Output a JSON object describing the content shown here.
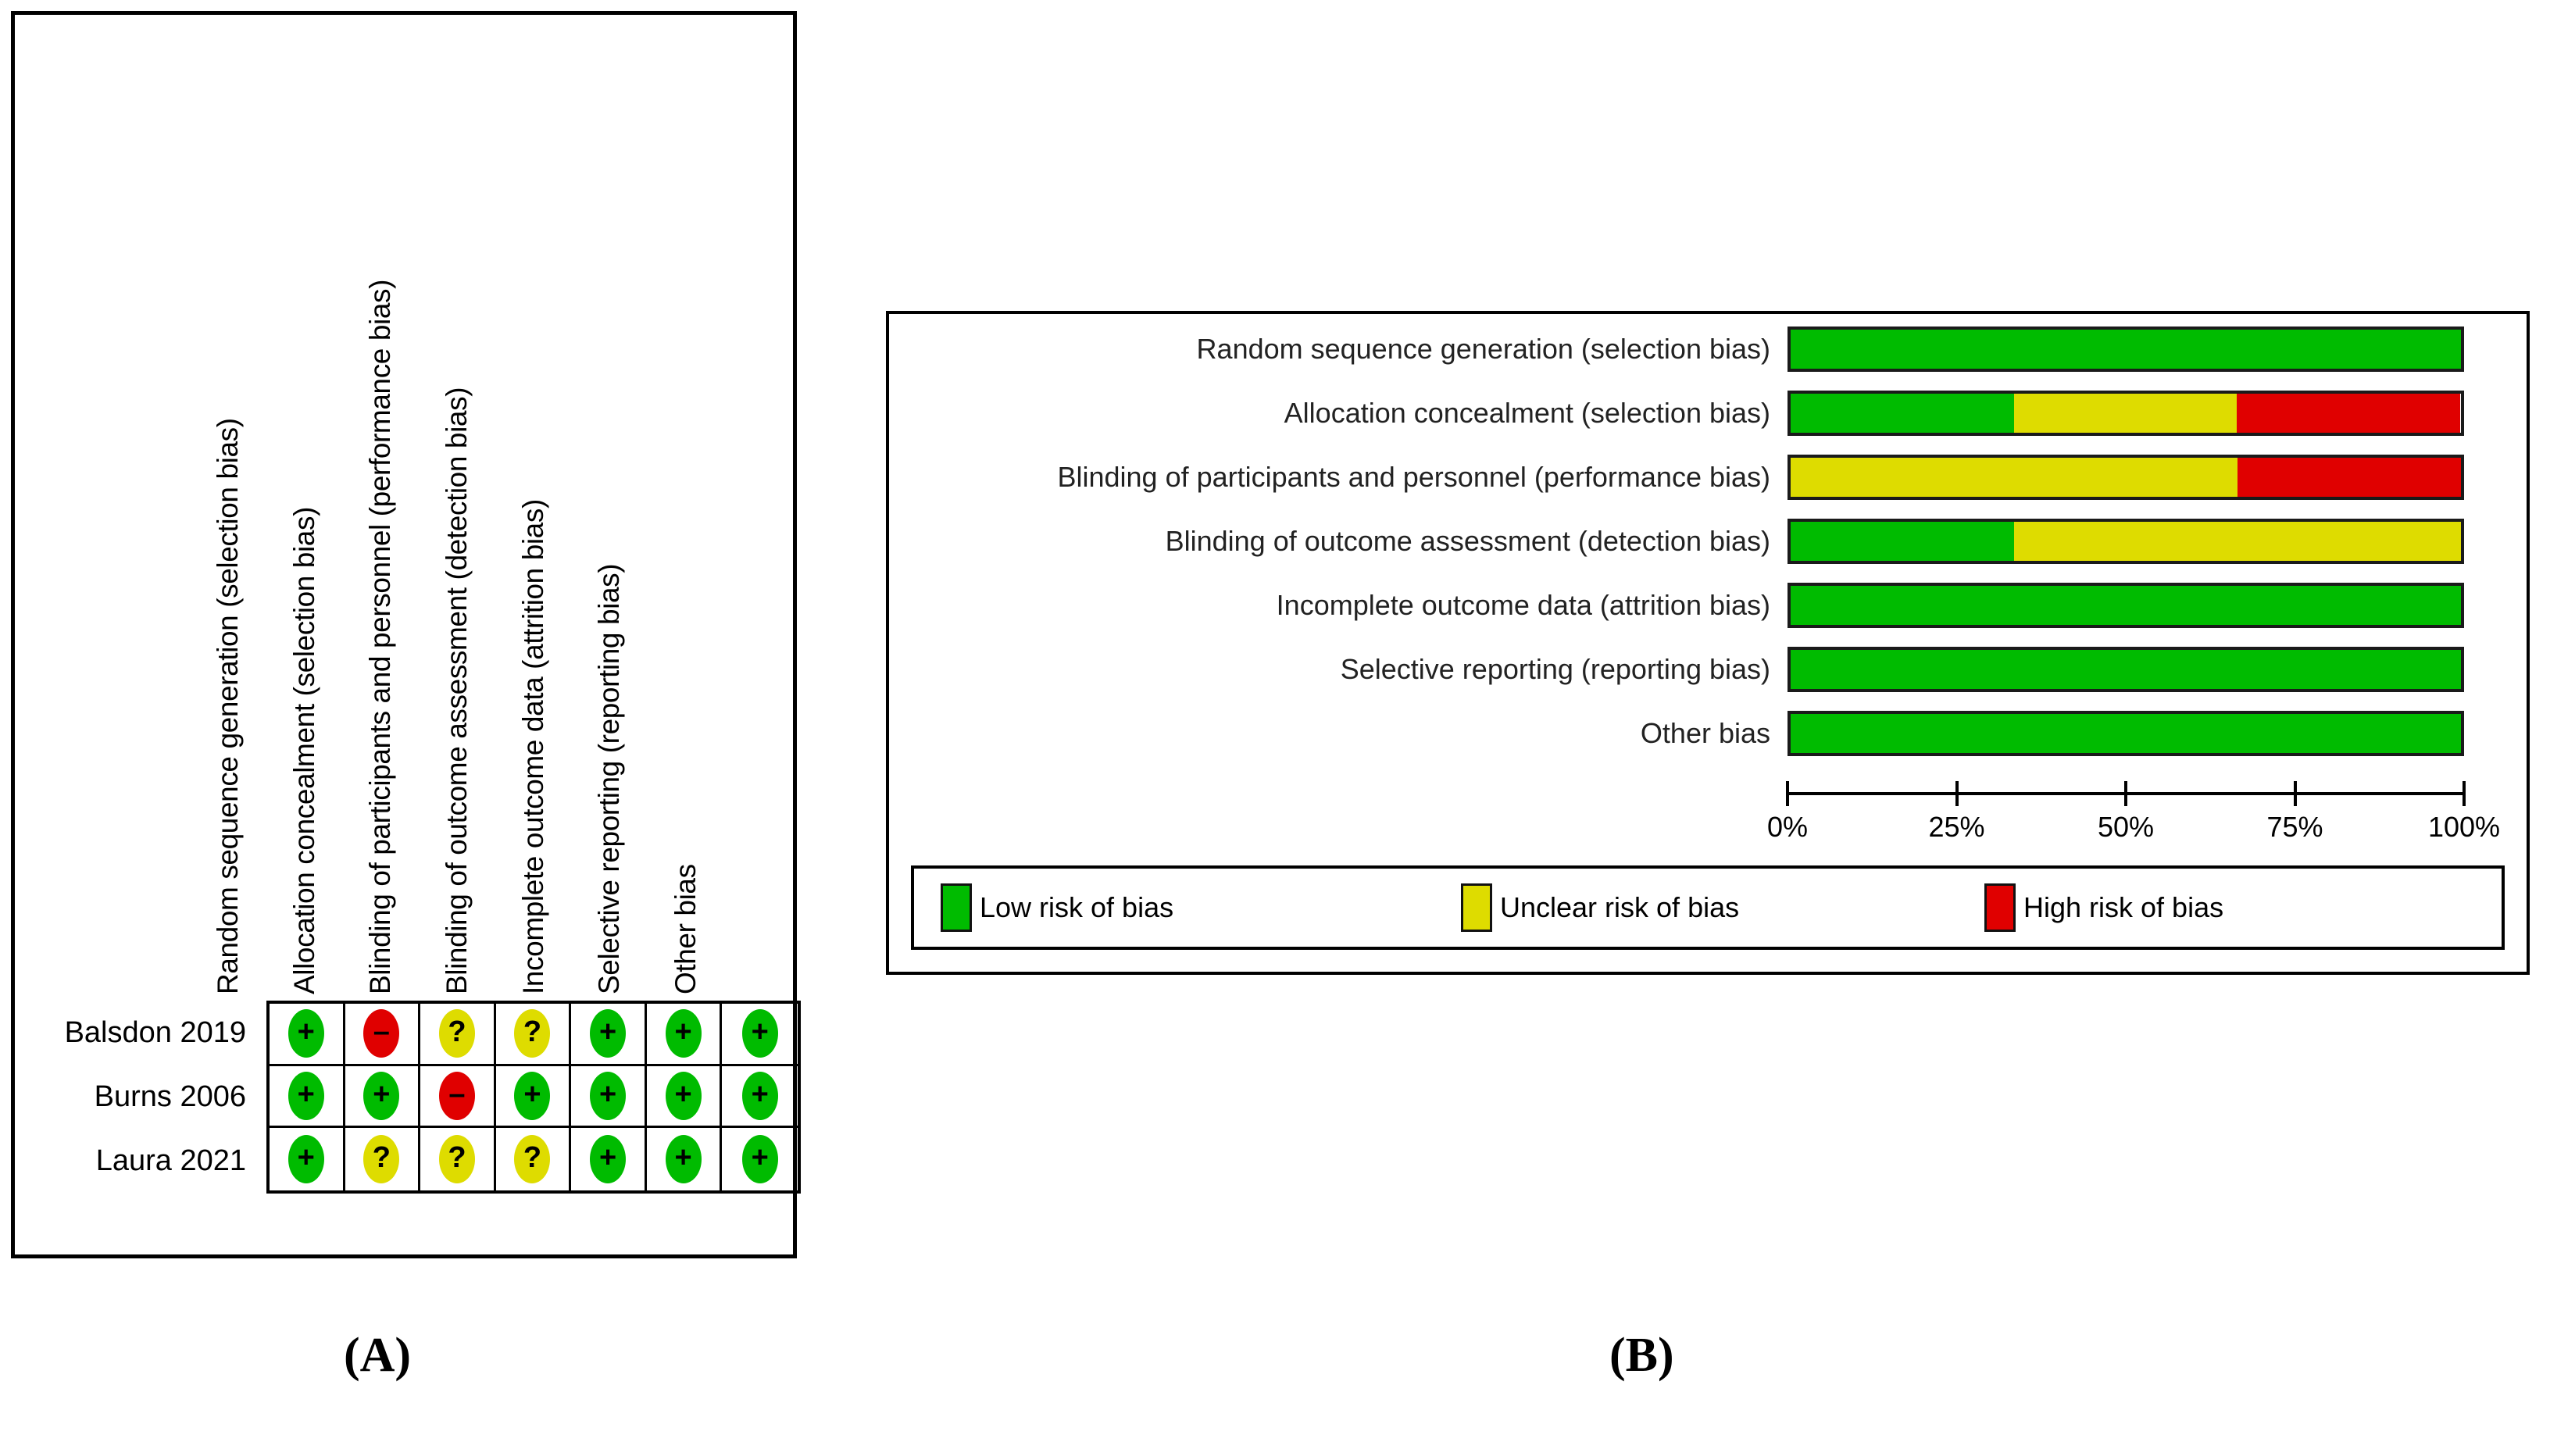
{
  "figure": {
    "panel_a_caption": "(A)",
    "panel_b_caption": "(B)"
  },
  "domains": [
    "Random sequence generation (selection bias)",
    "Allocation concealment (selection bias)",
    "Blinding of participants and personnel (performance bias)",
    "Blinding of outcome assessment (detection bias)",
    "Incomplete outcome data (attrition bias)",
    "Selective reporting (reporting bias)",
    "Other bias"
  ],
  "judgement_glyphs": {
    "low": "+",
    "unclear": "?",
    "high": "–"
  },
  "colors": {
    "low": "#00BB00",
    "unclear": "#DEDC00",
    "high": "#E00000",
    "outline": "#000000"
  },
  "panel_a": {
    "studies": [
      "Balsdon 2019",
      "Burns 2006",
      "Laura 2021"
    ],
    "matrix": [
      [
        "low",
        "high",
        "unclear",
        "unclear",
        "low",
        "low",
        "low"
      ],
      [
        "low",
        "low",
        "high",
        "low",
        "low",
        "low",
        "low"
      ],
      [
        "low",
        "unclear",
        "unclear",
        "unclear",
        "low",
        "low",
        "low"
      ]
    ]
  },
  "panel_b": {
    "axis": {
      "ticks": [
        "0%",
        "25%",
        "50%",
        "75%",
        "100%"
      ],
      "tick_values": [
        0,
        25,
        50,
        75,
        100
      ],
      "min": 0,
      "max": 100
    },
    "legend": [
      {
        "key": "low",
        "label": "Low risk of bias"
      },
      {
        "key": "unclear",
        "label": "Unclear risk of bias"
      },
      {
        "key": "high",
        "label": "High risk of bias"
      }
    ]
  },
  "chart_data": {
    "type": "bar",
    "title": "",
    "xlabel": "",
    "ylabel": "",
    "orientation": "horizontal",
    "stacked": true,
    "percent": true,
    "xlim": [
      0,
      100
    ],
    "grid": false,
    "legend_position": "bottom",
    "n_studies": 3,
    "categories": [
      "Random sequence generation (selection bias)",
      "Allocation concealment (selection bias)",
      "Blinding of participants and personnel (performance bias)",
      "Blinding of outcome assessment (detection bias)",
      "Incomplete outcome data (attrition bias)",
      "Selective reporting (reporting bias)",
      "Other bias"
    ],
    "series": [
      {
        "name": "Low risk of bias",
        "color": "#00BB00",
        "values": [
          100,
          33.3,
          0,
          33.3,
          100,
          100,
          100
        ]
      },
      {
        "name": "Unclear risk of bias",
        "color": "#DEDC00",
        "values": [
          0,
          33.3,
          66.7,
          66.7,
          0,
          0,
          0
        ]
      },
      {
        "name": "High risk of bias",
        "color": "#E00000",
        "values": [
          0,
          33.3,
          33.3,
          0,
          0,
          0,
          0
        ]
      }
    ],
    "counts": [
      {
        "name": "Low risk of bias",
        "values": [
          3,
          1,
          0,
          1,
          3,
          3,
          3
        ]
      },
      {
        "name": "Unclear risk of bias",
        "values": [
          0,
          1,
          2,
          2,
          0,
          0,
          0
        ]
      },
      {
        "name": "High risk of bias",
        "values": [
          0,
          1,
          1,
          0,
          0,
          0,
          0
        ]
      }
    ]
  }
}
